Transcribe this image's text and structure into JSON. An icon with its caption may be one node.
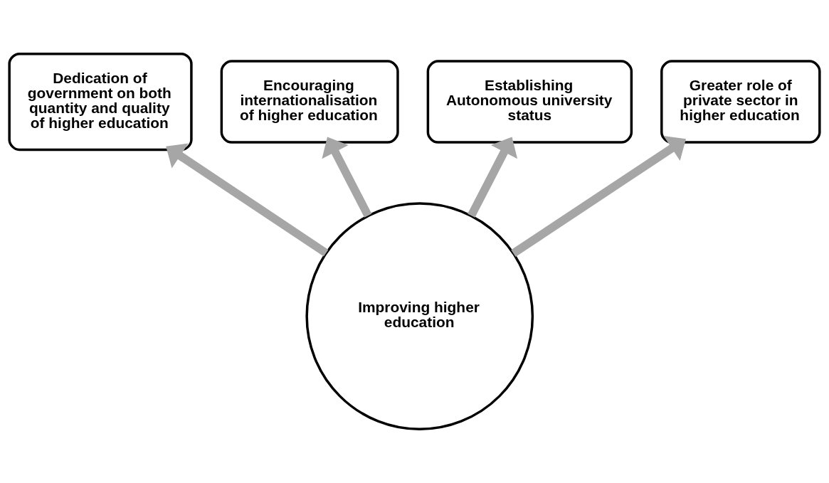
{
  "diagram": {
    "nodes": [
      {
        "text": [
          "Improving higher education"
        ]
      },
      {
        "text": [
          "Dedication of government on both quantity and quality of higher education"
        ]
      },
      {
        "text": [
          "Encouraging internationalisation of higher education"
        ]
      },
      {
        "text": [
          "Establishing Autonomous university status"
        ]
      },
      {
        "text": [
          "Greater role of private sector in higher education"
        ]
      }
    ],
    "edges": [
      {
        "from": 0,
        "to": 1,
        "arrow": "to"
      },
      {
        "from": 0,
        "to": 2,
        "arrow": "to"
      },
      {
        "from": 0,
        "to": 3,
        "arrow": "to"
      },
      {
        "from": 0,
        "to": 4,
        "arrow": "to"
      }
    ]
  }
}
